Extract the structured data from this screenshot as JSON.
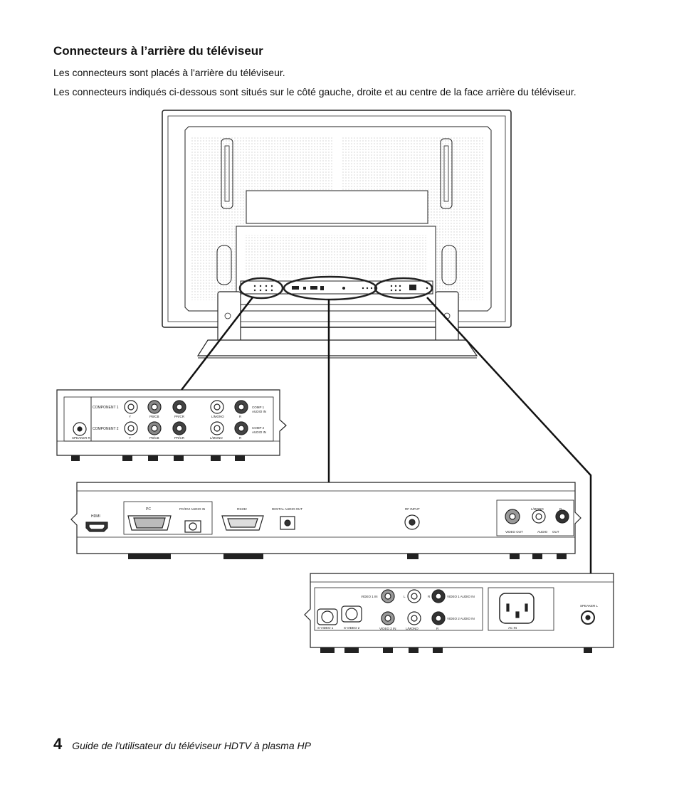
{
  "section": {
    "title": "Connecteurs à l’arrière du téléviseur",
    "para1": "Les connecteurs sont placés à l'arrière du téléviseur.",
    "para2": "Les connecteurs indiqués ci-dessous sont situés sur le côté gauche, droite et au centre de la face arrière du téléviseur."
  },
  "left_panel": {
    "component1": "COMPONENT 1",
    "component2": "COMPONENT 2",
    "speaker_r": "SPEAKER R",
    "y": "Y",
    "pb_cb": "PB/CB",
    "pr_cr": "PR/CR",
    "l_mono": "L/MONO",
    "r": "R",
    "comp1_audio_in_1": "COMP 1",
    "comp1_audio_in_2": "AUDIO IN",
    "comp2_audio_in_1": "COMP 2",
    "comp2_audio_in_2": "AUDIO IN"
  },
  "center_panel": {
    "hdmi": "HDMI",
    "pc": "PC",
    "pc_dvi_audio_in": "PC/DVI AUDIO IN",
    "rs232": "RS232",
    "digital_audio_out": "DIGITAL AUDIO OUT",
    "rf_input": "RF INPUT",
    "l_mono": "L/MONO",
    "r": "R",
    "video_out": "VIDEO OUT",
    "audio": "AUDIO",
    "out": "OUT"
  },
  "right_panel": {
    "video1_in": "VIDEO 1 IN",
    "l": "L",
    "r": "R",
    "video1_audio_in": "VIDEO 1 AUDIO IN",
    "video2_audio_in": "VIDEO 2 AUDIO IN",
    "svideo1": "S-VIDEO 1",
    "svideo2": "S-VIDEO 2",
    "video2_in": "VIDEO 2 IN",
    "l_mono": "L/MONO",
    "r2": "R",
    "ac_in": "AC IN",
    "speaker_l": "SPEAKER L"
  },
  "footer": {
    "page_number": "4",
    "guide_title": "Guide de l'utilisateur du téléviseur HDTV à plasma HP"
  }
}
